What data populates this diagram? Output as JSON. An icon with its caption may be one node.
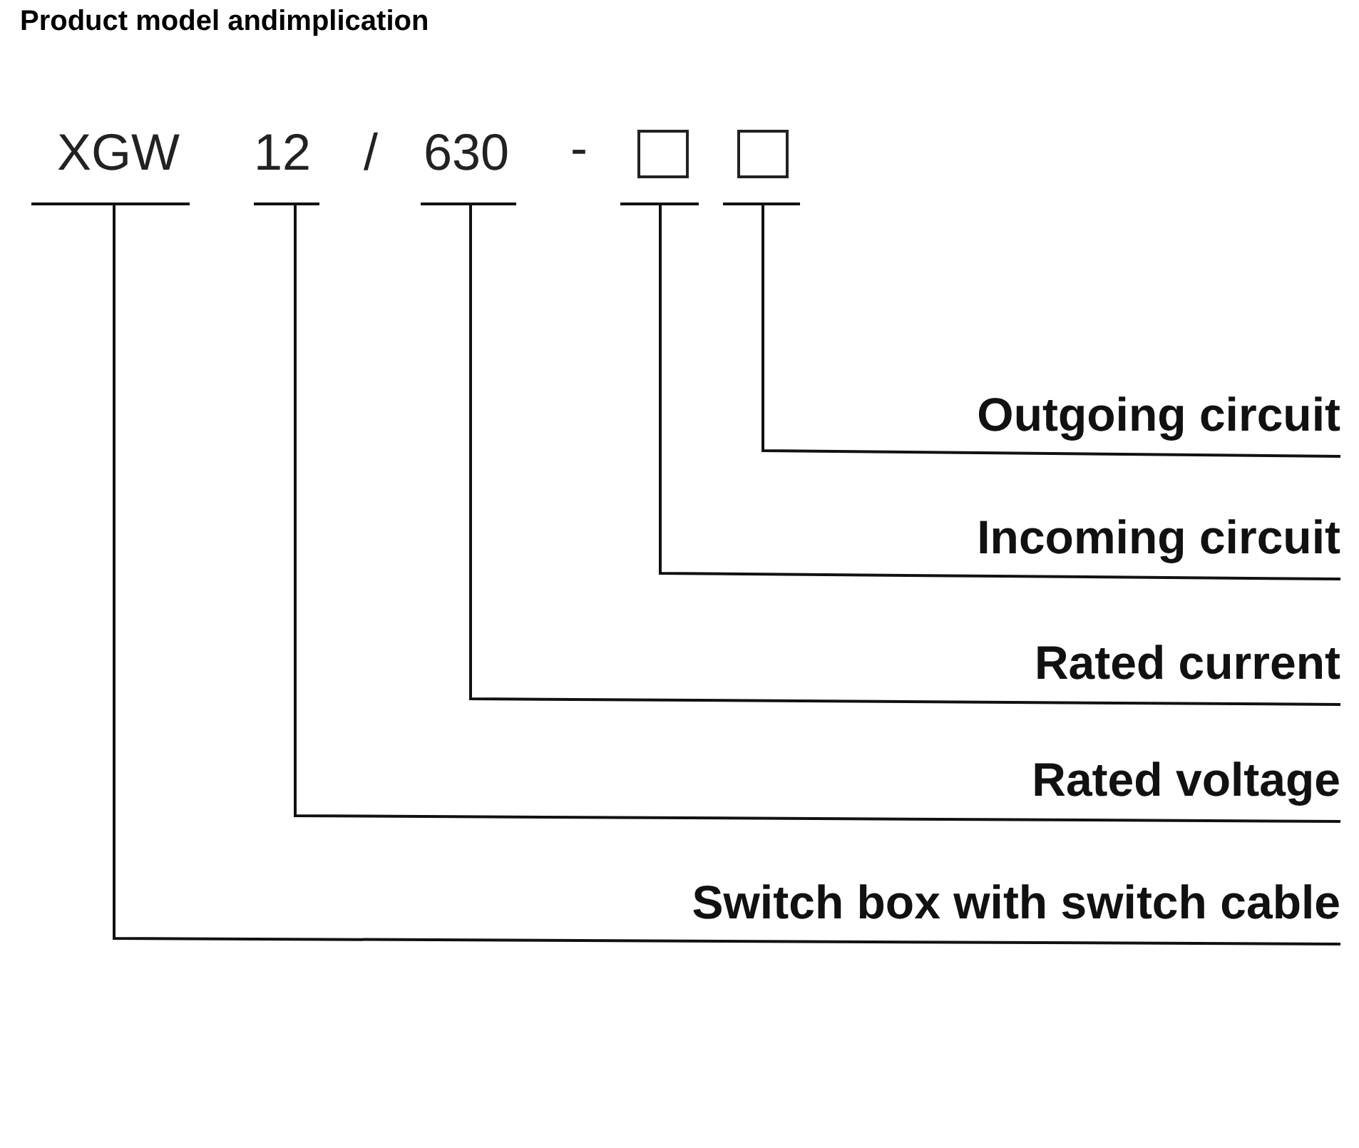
{
  "diagram": {
    "title": "Product model andimplication",
    "nodes": [
      {
        "text": [
          "XGW"
        ]
      },
      {
        "text": [
          "12"
        ]
      },
      {
        "text": [
          "630"
        ]
      },
      {
        "text": [],
        "shape": "box"
      },
      {
        "text": [],
        "shape": "box"
      },
      {
        "text": [
          "Outgoing circuit"
        ]
      },
      {
        "text": [
          "Incoming circuit"
        ]
      },
      {
        "text": [
          "Rated current"
        ]
      },
      {
        "text": [
          "Rated voltage"
        ]
      },
      {
        "text": [
          "Switch box with switch cable"
        ]
      }
    ],
    "edges": [
      {
        "from": 5,
        "to": 4,
        "arrow": "none"
      },
      {
        "from": 6,
        "to": 3,
        "arrow": "none"
      },
      {
        "from": 7,
        "to": 2,
        "arrow": "none"
      },
      {
        "from": 8,
        "to": 1,
        "arrow": "none"
      },
      {
        "from": 9,
        "to": 0,
        "arrow": "none"
      }
    ],
    "labels": [
      "/",
      "-"
    ]
  }
}
